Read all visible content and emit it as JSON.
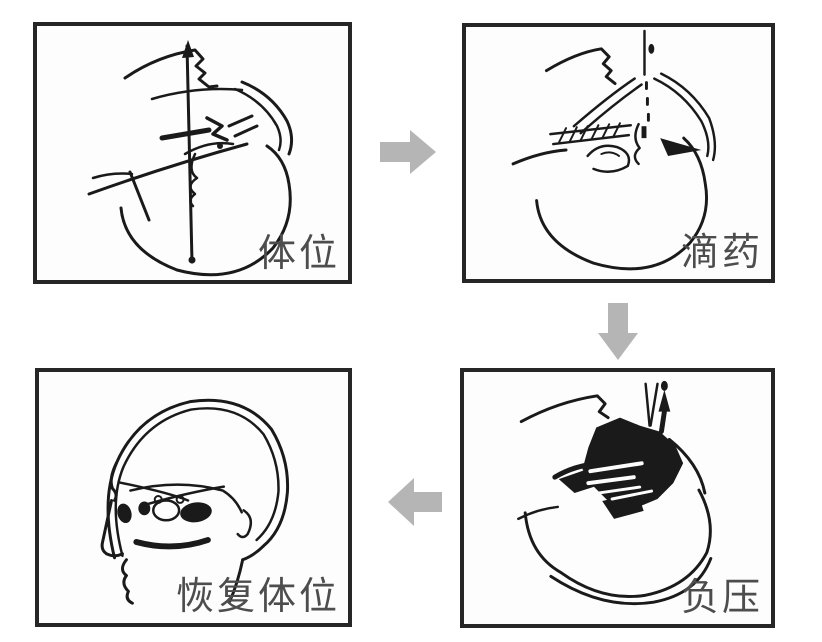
{
  "colors": {
    "background": "#ffffff",
    "panel_bg": "#fdfdfd",
    "panel_border": "#262626",
    "arrow": "#b5b5b5",
    "label_text": "#4d4d4d",
    "ink": "#1a1a1a"
  },
  "panels": [
    {
      "name": "position",
      "label": "体位"
    },
    {
      "name": "drip-medicine",
      "label": "滴药"
    },
    {
      "name": "negative-pressure",
      "label": "负压"
    },
    {
      "name": "restore-position",
      "label": "恢复体位"
    }
  ],
  "arrows": [
    {
      "name": "arrow-right-icon",
      "direction": "right"
    },
    {
      "name": "arrow-down-icon",
      "direction": "down"
    },
    {
      "name": "arrow-left-icon",
      "direction": "left"
    }
  ]
}
